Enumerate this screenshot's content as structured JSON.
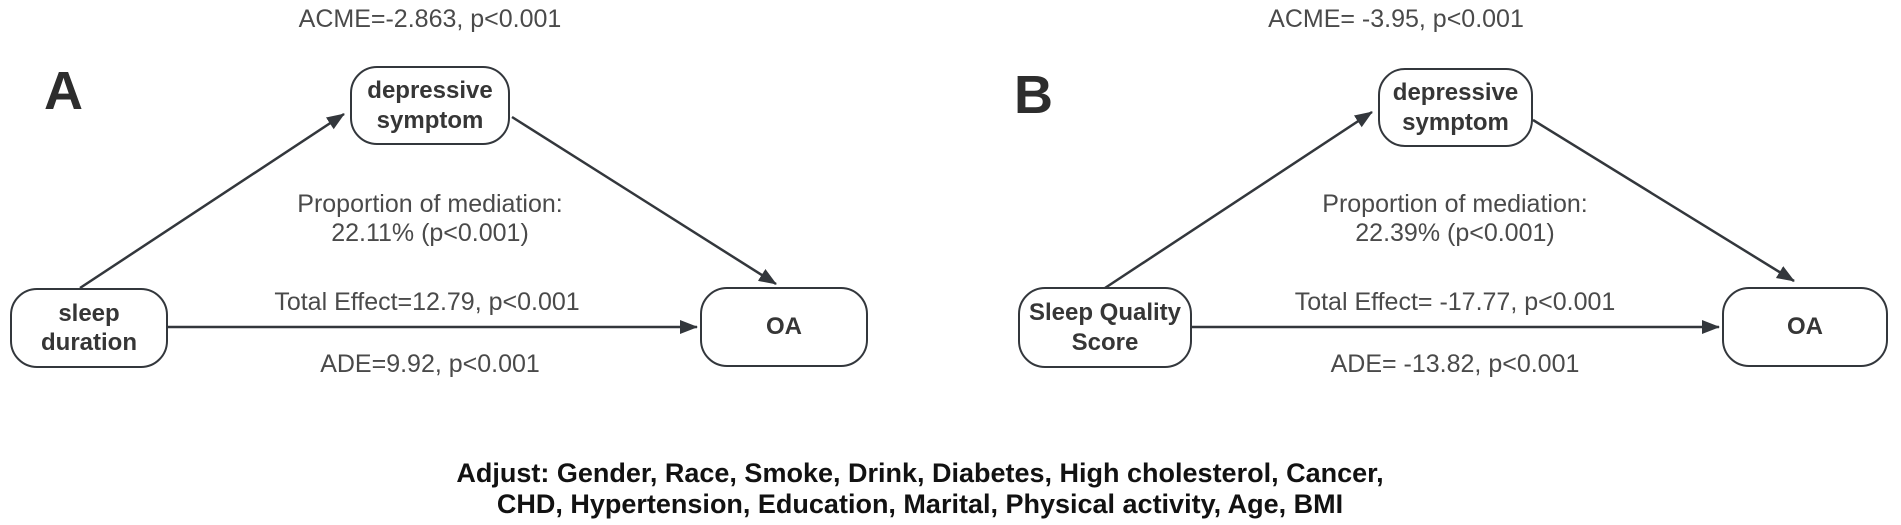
{
  "figure": {
    "type": "mediation-path-diagram",
    "panels": [
      {
        "label": "A",
        "acme": "ACME=-2.863, p<0.001",
        "mediator": "depressive symptom",
        "exposure": "sleep duration",
        "outcome": "OA",
        "proportion_line1": "Proportion of mediation:",
        "proportion_line2": "22.11% (p<0.001)",
        "total_effect": "Total Effect=12.79, p<0.001",
        "ade": "ADE=9.92, p<0.001"
      },
      {
        "label": "B",
        "acme": "ACME= -3.95, p<0.001",
        "mediator": "depressive symptom",
        "exposure": "Sleep Quality Score",
        "outcome": "OA",
        "proportion_line1": "Proportion of mediation:",
        "proportion_line2": "22.39% (p<0.001)",
        "total_effect": "Total Effect= -17.77, p<0.001",
        "ade": "ADE= -13.82, p<0.001"
      }
    ],
    "footer_line1": "Adjust: Gender, Race, Smoke, Drink, Diabetes, High cholesterol, Cancer,",
    "footer_line2": "CHD, Hypertension, Education, Marital, Physical activity, Age, BMI",
    "colors": {
      "line": "#33373c",
      "stat_text": "#4a4a4a",
      "node_text": "#363636",
      "footer_text": "#121212",
      "background": "#ffffff"
    }
  }
}
